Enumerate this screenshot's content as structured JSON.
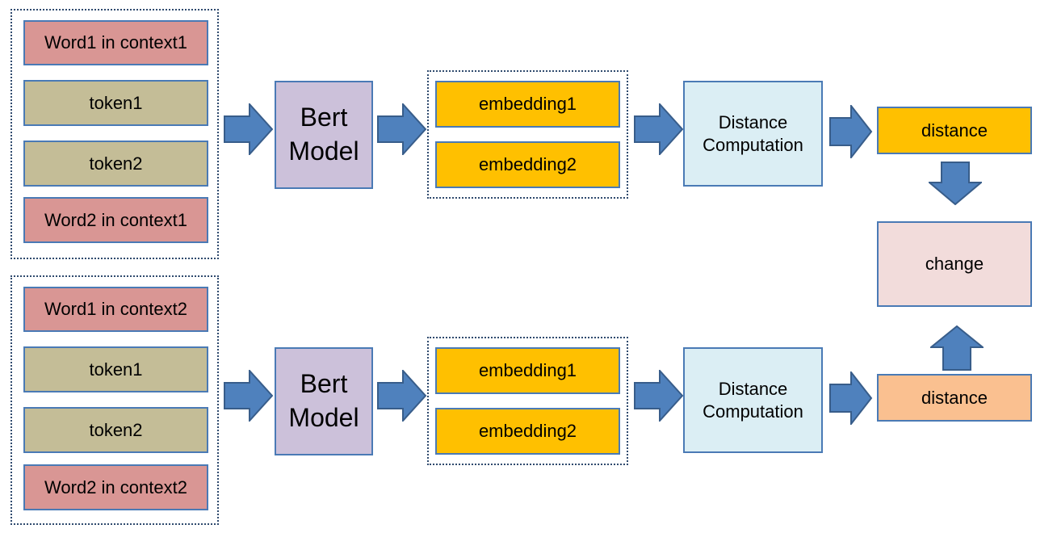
{
  "top": {
    "inputs": [
      "Word1 in context1",
      "token1",
      "token2",
      "Word2 in context1"
    ],
    "model": "Bert\nModel",
    "embeddings": [
      "embedding1",
      "embedding2"
    ],
    "distance_computation": "Distance\nComputation",
    "distance": "distance"
  },
  "bottom": {
    "inputs": [
      "Word1 in context2",
      "token1",
      "token2",
      "Word2 in context2"
    ],
    "model": "Bert\nModel",
    "embeddings": [
      "embedding1",
      "embedding2"
    ],
    "distance_computation": "Distance\nComputation",
    "distance": "distance"
  },
  "change": "change",
  "colors": {
    "arrow_fill": "#4f81bd",
    "arrow_stroke": "#385d8a",
    "word_box": "#d99694",
    "token_box": "#c4bd97",
    "model_box": "#ccc1da",
    "embedding_box": "#ffc000",
    "distance_computation_box": "#dbeef4",
    "distance_top_box": "#ffc000",
    "distance_bottom_box": "#fac090",
    "change_box": "#f2dcdb"
  }
}
